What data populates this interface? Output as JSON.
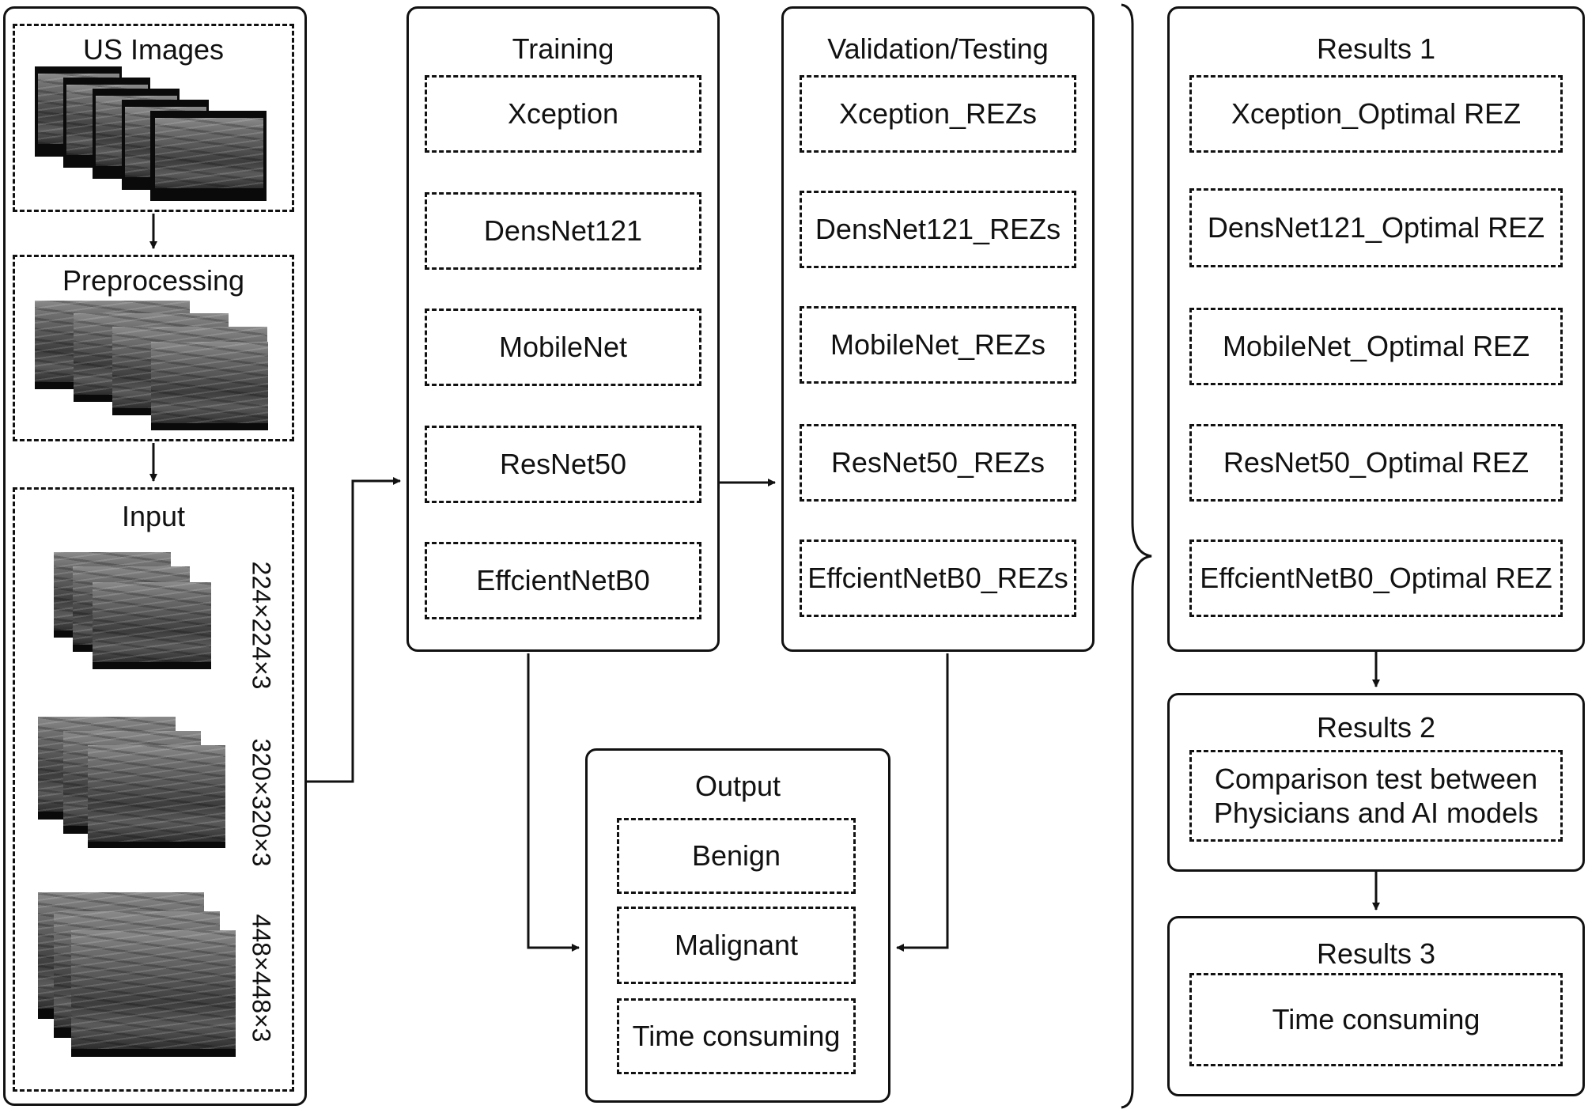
{
  "left": {
    "us_title": "US Images",
    "pre_title": "Preprocessing",
    "input_title": "Input",
    "sizes": [
      "224×224×3",
      "320×320×3",
      "448×448×3"
    ]
  },
  "training": {
    "title": "Training",
    "models": [
      "Xception",
      "DensNet121",
      "MobileNet",
      "ResNet50",
      "EffcientNetB0"
    ]
  },
  "validation": {
    "title": "Validation/Testing",
    "models": [
      "Xception_REZs",
      "DensNet121_REZs",
      "MobileNet_REZs",
      "ResNet50_REZs",
      "EffcientNetB0_REZs"
    ]
  },
  "results1": {
    "title": "Results 1",
    "models": [
      "Xception_Optimal REZ",
      "DensNet121_Optimal REZ",
      "MobileNet_Optimal REZ",
      "ResNet50_Optimal REZ",
      "EffcientNetB0_Optimal REZ"
    ]
  },
  "results2": {
    "title": "Results 2",
    "text_line1": "Comparison test between",
    "text_line2": "Physicians and AI models"
  },
  "results3": {
    "title": "Results 3",
    "text": "Time consuming"
  },
  "output": {
    "title": "Output",
    "items": [
      "Benign",
      "Malignant",
      "Time consuming"
    ]
  }
}
